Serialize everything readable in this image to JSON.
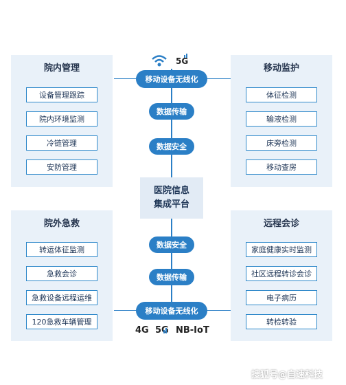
{
  "top_icons": {
    "wifi": "wifi-icon",
    "signal": "5G"
  },
  "top_pill": "移动设备无线化",
  "top_mid_pills": [
    "数据传输",
    "数据安全"
  ],
  "center": {
    "line1": "医院信息",
    "line2": "集成平台"
  },
  "bottom_mid_pills": [
    "数据安全",
    "数据传输"
  ],
  "bottom_pill": "移动设备无线化",
  "bottom_tech": [
    "4G",
    "5G",
    "NB-IoT"
  ],
  "panels": {
    "top_left": {
      "title": "院内管理",
      "items": [
        "设备管理跟踪",
        "院内环境监测",
        "冷链管理",
        "安防管理"
      ]
    },
    "top_right": {
      "title": "移动监护",
      "items": [
        "体征检测",
        "输液检测",
        "床旁检测",
        "移动查房"
      ]
    },
    "bottom_left": {
      "title": "院外急救",
      "items": [
        "转运体征监测",
        "急救会诊",
        "急救设备远程运维",
        "120急救车辆管理"
      ]
    },
    "bottom_right": {
      "title": "远程会诊",
      "items": [
        "家庭健康实时监测",
        "社区远程转诊会诊",
        "电子病历",
        "转检转验"
      ]
    }
  },
  "watermark": "搜狐号@自速科技",
  "colors": {
    "accent": "#2b7fc6",
    "panel_bg": "#e9f1f9",
    "center_bg": "#e2ebf5"
  }
}
